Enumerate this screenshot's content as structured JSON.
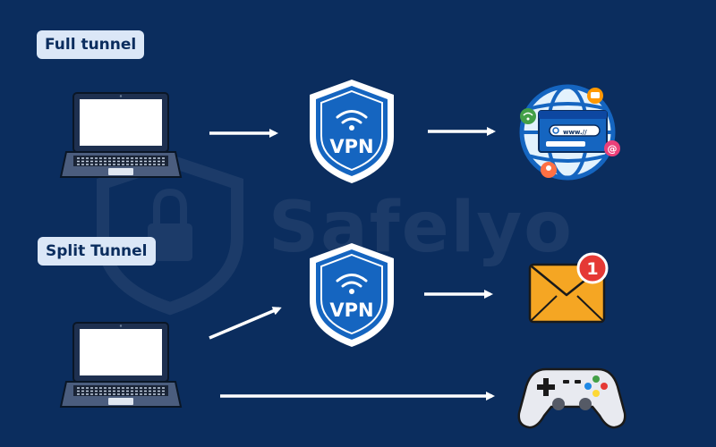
{
  "sections": {
    "full": {
      "label": "Full tunnel"
    },
    "split": {
      "label": "Split Tunnel"
    }
  },
  "vpn_label": "VPN",
  "browser_address": "www.//",
  "notification_count": "1",
  "watermark": "Safelyo",
  "colors": {
    "background": "#0b2d5e",
    "shield": "#1565c0",
    "envelope": "#f5a623",
    "badge": "#e53935"
  }
}
